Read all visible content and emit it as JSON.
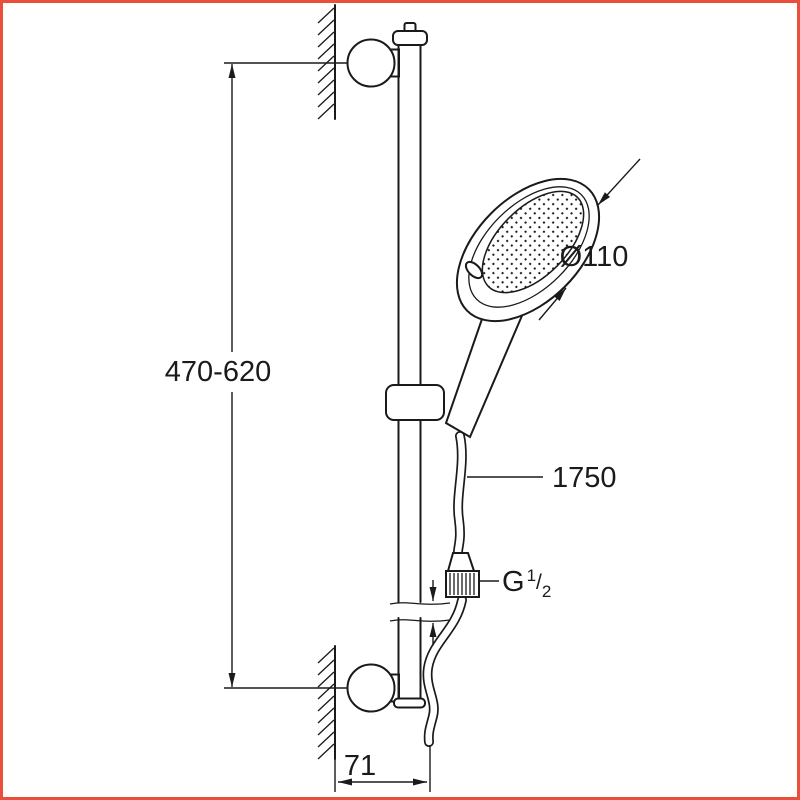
{
  "drawing": {
    "dimensions": {
      "rail_height_range": "470-620",
      "head_diameter": "Ø110",
      "hose_length": "1750",
      "thread": {
        "prefix": "G",
        "numerator": "1",
        "slash": "/",
        "denominator": "2"
      },
      "wall_offset": "71"
    },
    "colors": {
      "frame": "#e8503a",
      "line": "#1a1a1a",
      "background": "#ffffff"
    }
  }
}
